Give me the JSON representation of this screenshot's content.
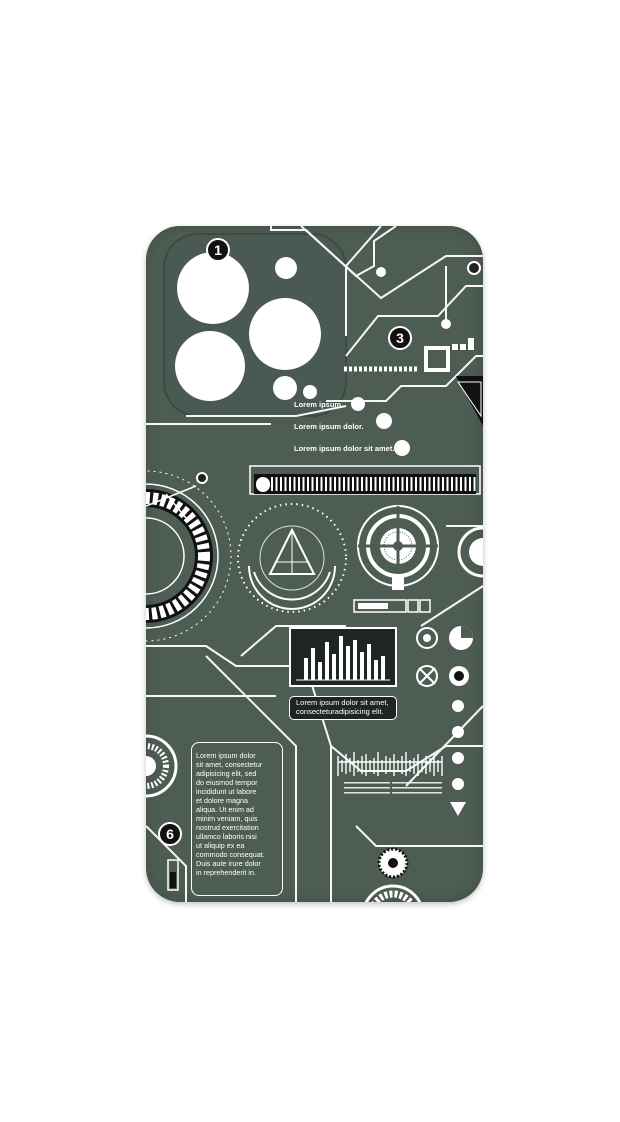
{
  "labels": {
    "l1": "Lorem ipsum.",
    "l2": "Lorem ipsum dolor.",
    "l3": "Lorem ipsum dolor sit amet."
  },
  "info_box": {
    "line1": "Lorem ipsum dolor sit amet,",
    "line2": "consecteturadipisicing elit."
  },
  "paragraph": {
    "lines": [
      "Lorem ipsum dolor",
      "sit amet, consectetur",
      "adipisicing elit, sed",
      "do eiusmod tempor",
      "incididunt ut labore",
      "et dolore magna",
      "aliqua. Ut enim ad",
      "minim veniam, quis",
      "nostrud exercitation",
      "ullamco laboris nisi",
      "ut aliquip ex ea",
      "commodo consequat.",
      "Duis aute irure dolor",
      "in reprehenderit in."
    ]
  },
  "badges": {
    "one": "1",
    "three": "3",
    "six": "6"
  },
  "colors": {
    "case": "#4e5d54",
    "line": "#ffffff",
    "dark": "#111111",
    "background": "#ffffff"
  }
}
